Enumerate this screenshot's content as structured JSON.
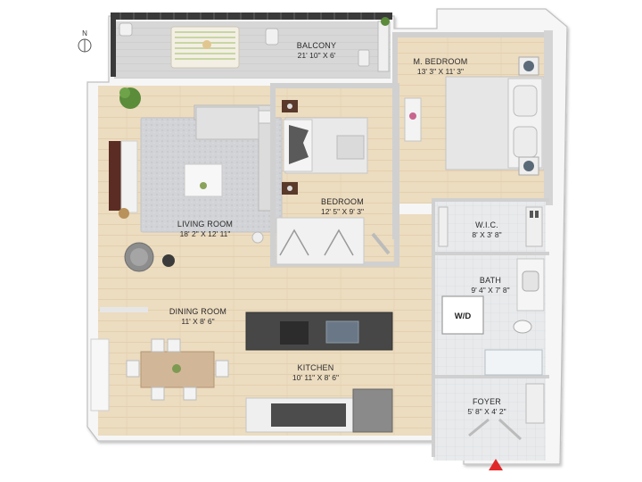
{
  "compass": {
    "label": "N"
  },
  "rooms": {
    "balcony": {
      "name": "BALCONY",
      "dim": "21' 10\" X 6'"
    },
    "master_bedroom": {
      "name": "M. BEDROOM",
      "dim": "13' 3\" X 11' 3\""
    },
    "bedroom": {
      "name": "BEDROOM",
      "dim": "12' 5\" X 9' 3\""
    },
    "living_room": {
      "name": "LIVING ROOM",
      "dim": "18' 2\" X 12' 11\""
    },
    "wic": {
      "name": "W.I.C.",
      "dim": "8' X 3' 8\""
    },
    "bath": {
      "name": "BATH",
      "dim": "9' 4\" X 7' 8\""
    },
    "dining_room": {
      "name": "DINING ROOM",
      "dim": "11' X 8' 6\""
    },
    "kitchen": {
      "name": "KITCHEN",
      "dim": "10' 11\" X 8' 6\""
    },
    "foyer": {
      "name": "FOYER",
      "dim": "5' 8\" X 4' 2\""
    }
  },
  "washer_dryer": {
    "label": "W/D"
  },
  "colors": {
    "floor": "#ecdcc0",
    "wall": "#f4f4f4",
    "wall_edge": "#c9c9c9",
    "balcony_floor": "#d9d9d9",
    "tile": "#e7e9eb",
    "counter": "#4a4a4a",
    "entry_marker": "#e0282b"
  }
}
